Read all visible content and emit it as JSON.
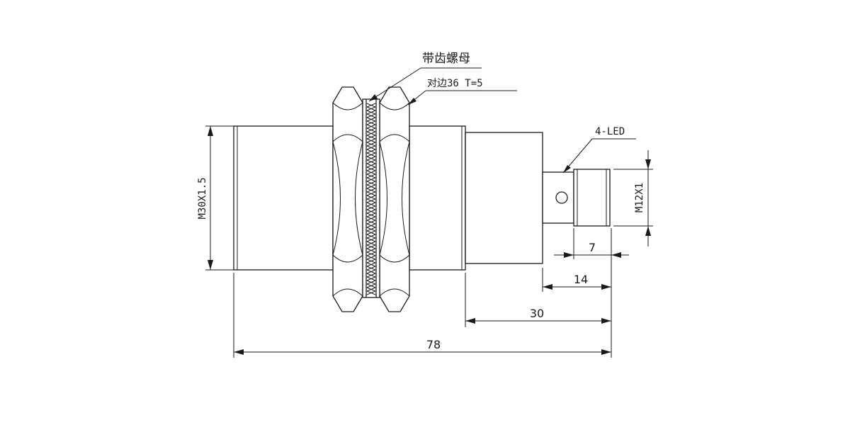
{
  "labels": {
    "nut_title": "带齿螺母",
    "nut_spec": "对边36 T=5",
    "led": "4-LED",
    "thread_main": "M30X1.5",
    "thread_connector": "M12X1"
  },
  "dimensions": {
    "connector_thread_length": "7",
    "connector_length": "14",
    "rear_body_length": "30",
    "total_length": "78"
  }
}
